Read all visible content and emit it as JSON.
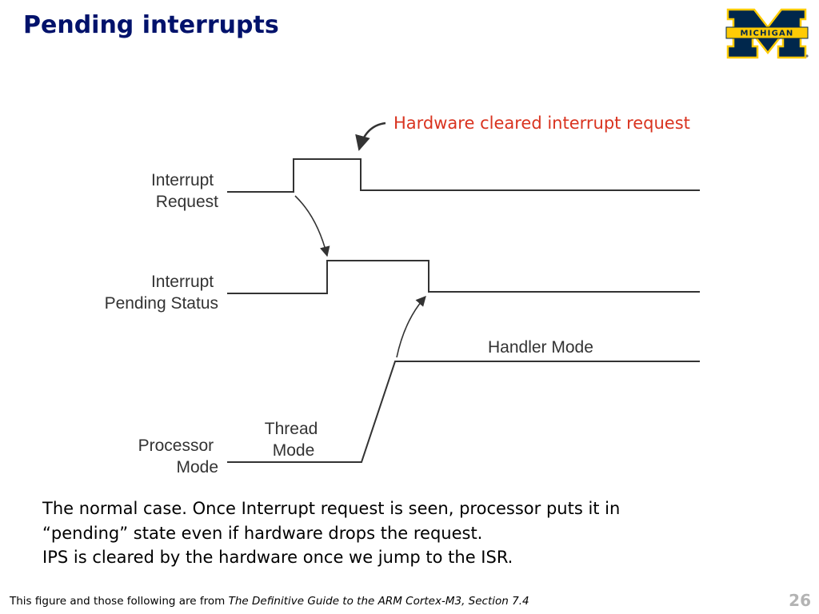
{
  "slide": {
    "title": "Pending interrupts",
    "logo_text": "MICHIGAN",
    "page_number": "26"
  },
  "diagram": {
    "annotation": "Hardware cleared interrupt request",
    "signals": {
      "interrupt_request": [
        "Interrupt",
        "Request"
      ],
      "interrupt_pending": [
        "Interrupt",
        "Pending Status"
      ],
      "processor_mode": [
        "Processor",
        "Mode"
      ]
    },
    "mode_labels": {
      "handler": "Handler Mode",
      "thread": [
        "Thread",
        "Mode"
      ]
    }
  },
  "body": {
    "lines": [
      "The normal case.  Once Interrupt request is seen, processor puts it in",
      "“pending” state even if hardware drops the request.",
      "IPS is cleared by the hardware once we jump to the ISR."
    ]
  },
  "footer": {
    "prefix": "This figure and those following are from ",
    "source": "The Definitive Guide to the ARM Cortex-M3, Section 7.4"
  },
  "colors": {
    "title": "#00126b",
    "annotation": "#d9331f",
    "logo_blue": "#00274c",
    "logo_maize": "#ffcb05",
    "page_number": "#b3b3b3"
  }
}
